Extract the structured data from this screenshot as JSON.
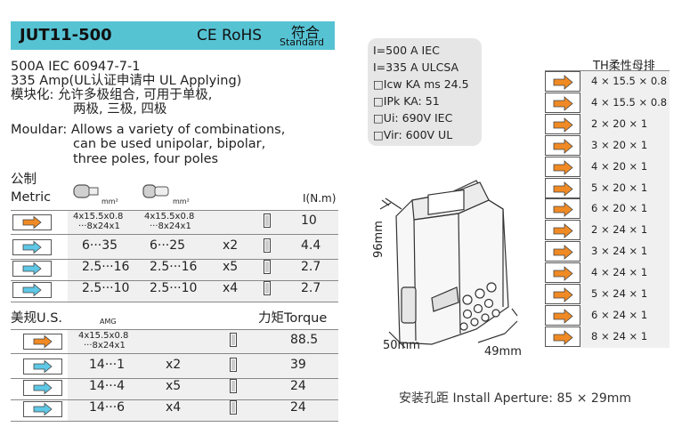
{
  "header": {
    "model": "JUT11-500",
    "cert": "CE RoHS",
    "fuhe": "符合",
    "standard": "Standard"
  },
  "desc": {
    "l1": "500A  IEC  60947-7-1",
    "l2": "335 Amp(UL认证申请中 UL Applying)",
    "l3": "模块化: 允许多极组合, 可用于单极,",
    "l4": "两极, 三极, 四极",
    "l5": "Mouldar: Allows a variety of combinations,",
    "l6": "can be used unipolar, bipolar,",
    "l7": "three poles, four poles"
  },
  "metric": {
    "label_cn": "公制",
    "label_en": "Metric",
    "unit1": "mm²",
    "unit2": "mm²",
    "torque_label": "I(N.m)",
    "rows": [
      {
        "c1": "4x15.5x0.8",
        "c1b": "···8x24x1",
        "c2": "4x15.5x0.8",
        "c2b": "···8x24x1",
        "mult": "",
        "torque": "10",
        "color": "#f08a24"
      },
      {
        "c1": "6···35",
        "c1b": "",
        "c2": "6···25",
        "c2b": "",
        "mult": "x2",
        "torque": "4.4",
        "color": "#5ec8e6"
      },
      {
        "c1": "2.5···16",
        "c1b": "",
        "c2": "2.5···16",
        "c2b": "",
        "mult": "x5",
        "torque": "2.7",
        "color": "#5ec8e6"
      },
      {
        "c1": "2.5···10",
        "c1b": "",
        "c2": "2.5···10",
        "c2b": "",
        "mult": "x4",
        "torque": "2.7",
        "color": "#5ec8e6"
      }
    ]
  },
  "us": {
    "label": "美规U.S.",
    "amg": "AMG",
    "torque_label": "力矩Torque",
    "rows": [
      {
        "c1": "4x15.5x0.8",
        "c1b": "···8x24x1",
        "mult": "",
        "torque": "88.5",
        "color": "#f08a24"
      },
      {
        "c1": "14···1",
        "c1b": "",
        "mult": "x2",
        "torque": "39",
        "color": "#5ec8e6"
      },
      {
        "c1": "14···4",
        "c1b": "",
        "mult": "x5",
        "torque": "24",
        "color": "#5ec8e6"
      },
      {
        "c1": "14···6",
        "c1b": "",
        "mult": "x4",
        "torque": "24",
        "color": "#5ec8e6"
      }
    ]
  },
  "specs": [
    "I=500 A IEC",
    "I=335 A ULCSA",
    "□Icw KA ms 24.5",
    "□IPk KA: 51",
    "□Ui: 690V IEC",
    "□Vir: 600V UL"
  ],
  "dims": {
    "height": "96mm",
    "width": "50mm",
    "depth": "49mm"
  },
  "th": {
    "title": "TH柔性母排",
    "rows": [
      "4 × 15.5 × 0.8",
      "4 × 15.5 × 0.8",
      "2 × 20 × 1",
      "3 × 20 × 1",
      "4 × 20 × 1",
      "5 × 20 × 1",
      "6 × 20 × 1",
      "2 × 24 × 1",
      "3 × 24 × 1",
      "4 × 24 × 1",
      "5 × 24 × 1",
      "6 × 24 × 1",
      "8 × 24 × 1"
    ]
  },
  "footer": "安装孔距 Install Aperture:  85 × 29mm",
  "colors": {
    "header": "#56c3d3",
    "orange": "#f08a24",
    "blue": "#5ec8e6"
  }
}
